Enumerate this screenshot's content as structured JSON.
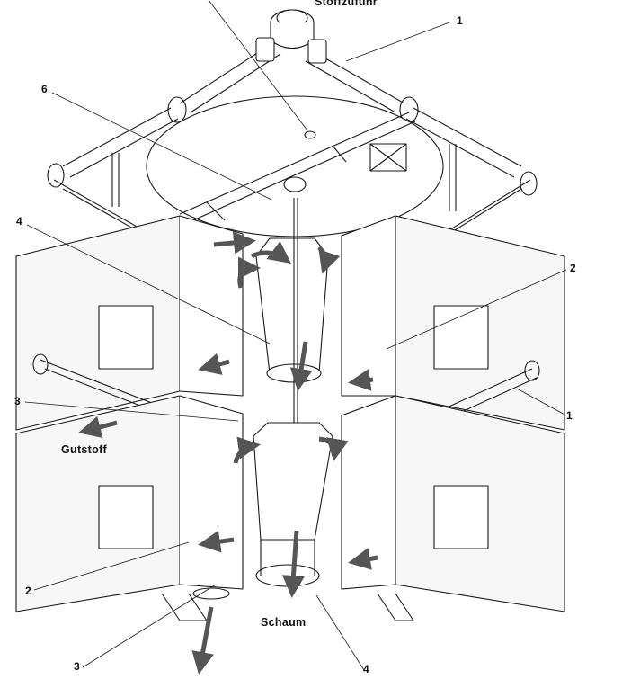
{
  "labels": {
    "feed": "Stoffzufuhr",
    "accept": "Gutstoff",
    "foam": "Schaum",
    "ref1_top": "1",
    "ref1_right": "1",
    "ref2_right": "2",
    "ref2_left": "2",
    "ref3_left": "3",
    "ref3_bottom": "3",
    "ref4_left": "4",
    "ref4_bottom": "4",
    "ref6": "6"
  },
  "colors": {
    "line": "#1a1a1a",
    "arrow": "#555555",
    "panel": "#f7f7f7",
    "background": "#ffffff"
  }
}
